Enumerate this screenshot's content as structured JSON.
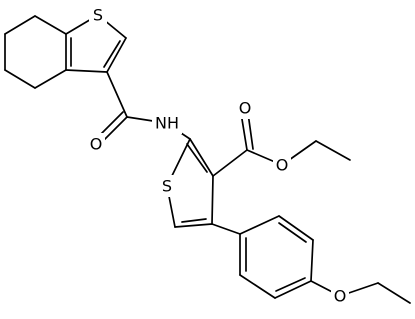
{
  "molecule": {
    "atoms": {
      "sulfur_top": "S",
      "sulfur_mid": "S",
      "amide_nitrogen": "NH",
      "amide_oxygen": "O",
      "ester_carbonyl_oxygen": "O",
      "ester_ether_oxygen": "O",
      "aryl_ether_oxygen": "O"
    },
    "colors": {
      "bond": "#000000",
      "label": "#000000",
      "background": "#ffffff"
    }
  }
}
